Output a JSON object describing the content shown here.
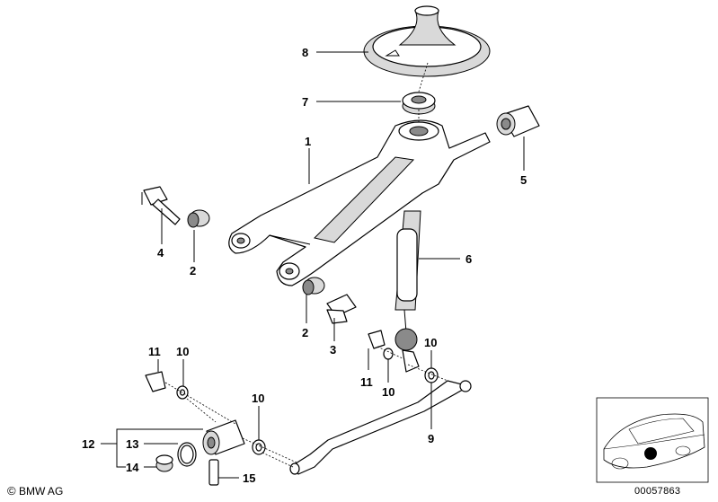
{
  "callouts": [
    "1",
    "2",
    "2",
    "3",
    "4",
    "5",
    "6",
    "7",
    "8",
    "9",
    "10",
    "10",
    "10",
    "10",
    "11",
    "11",
    "12",
    "13",
    "14",
    "15"
  ],
  "copyright": {
    "symbol": "©",
    "text": "BMW AG"
  },
  "document_number": "00057863",
  "icons": [
    "car-location-thumbnail-icon"
  ]
}
